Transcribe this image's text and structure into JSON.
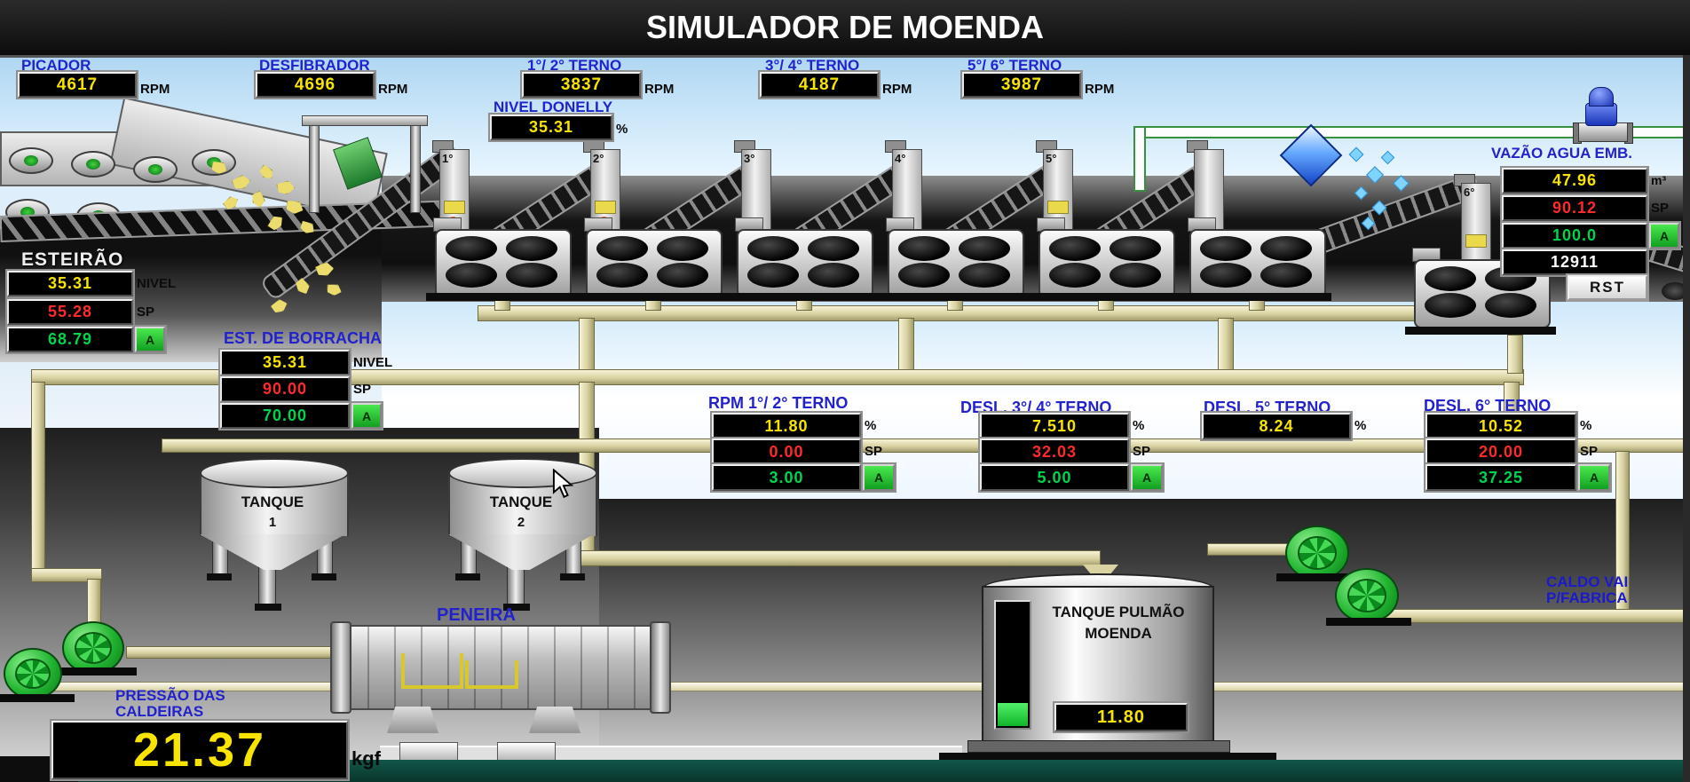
{
  "title": "SIMULADOR DE MOENDA",
  "colors": {
    "pv_yellow": "#f8e400",
    "sp_red": "#ff2a2a",
    "out_green": "#00d44e",
    "label_blue": "#2222cc"
  },
  "top_meters": [
    {
      "label": "PICADOR",
      "value": "4617",
      "unit": "RPM"
    },
    {
      "label": "DESFIBRADOR",
      "value": "4696",
      "unit": "RPM"
    },
    {
      "label": "1°/ 2° TERNO",
      "value": "3837",
      "unit": "RPM"
    },
    {
      "label": "3°/ 4° TERNO",
      "value": "4187",
      "unit": "RPM"
    },
    {
      "label": "5°/ 6° TERNO",
      "value": "3987",
      "unit": "RPM"
    }
  ],
  "nivel_donelly": {
    "label": "NIVEL DONELLY",
    "value": "35.31",
    "unit": "%"
  },
  "vazao_agua": {
    "label": "VAZÃO AGUA EMB.",
    "pv": "47.96",
    "pv_unit": "m³",
    "sp": "90.12",
    "sp_unit": "SP",
    "out": "100.0",
    "auto_label": "A",
    "counter": "12911",
    "reset_label": "RST"
  },
  "esteirao": {
    "label": "ESTEIRÃO",
    "nivel": "35.31",
    "nivel_unit": "NIVEL",
    "sp": "55.28",
    "sp_unit": "SP",
    "out": "68.79",
    "auto_label": "A"
  },
  "borracha": {
    "label": "EST. DE BORRACHA",
    "nivel": "35.31",
    "nivel_unit": "NIVEL",
    "sp": "90.00",
    "sp_unit": "SP",
    "out": "70.00",
    "auto_label": "A"
  },
  "rpm_12": {
    "label": "RPM 1°/ 2° TERNO",
    "pv": "11.80",
    "pv_unit": "%",
    "sp": "0.00",
    "sp_unit": "SP",
    "out": "3.00",
    "auto_label": "A"
  },
  "desl_34": {
    "label": "DESL. 3°/ 4° TERNO",
    "pv": "7.510",
    "pv_unit": "%",
    "sp": "32.03",
    "sp_unit": "SP",
    "out": "5.00",
    "auto_label": "A"
  },
  "desl_5": {
    "label": "DESL. 5° TERNO",
    "pv": "8.24",
    "pv_unit": "%"
  },
  "desl_6": {
    "label": "DESL. 6° TERNO",
    "pv": "10.52",
    "pv_unit": "%",
    "sp": "20.00",
    "sp_unit": "SP",
    "out": "37.25",
    "auto_label": "A"
  },
  "pressao_caldeiras": {
    "label_line1": "PRESSÃO DAS",
    "label_line2": "CALDEIRAS",
    "value": "21.37",
    "unit": "kgf"
  },
  "tanque_pulmao": {
    "label_line1": "TANQUE PULMÃO",
    "label_line2": "MOENDA",
    "value": "11.80"
  },
  "tanques": [
    {
      "line1": "TANQUE",
      "line2": "1"
    },
    {
      "line1": "TANQUE",
      "line2": "2"
    }
  ],
  "peneira_label": "PENEIRA",
  "caldo_label_line1": "CALDO VAI",
  "caldo_label_line2": "P/FABRICA",
  "mill_numbers": [
    "1°",
    "2°",
    "3°",
    "4°",
    "5°",
    "",
    "6°"
  ]
}
